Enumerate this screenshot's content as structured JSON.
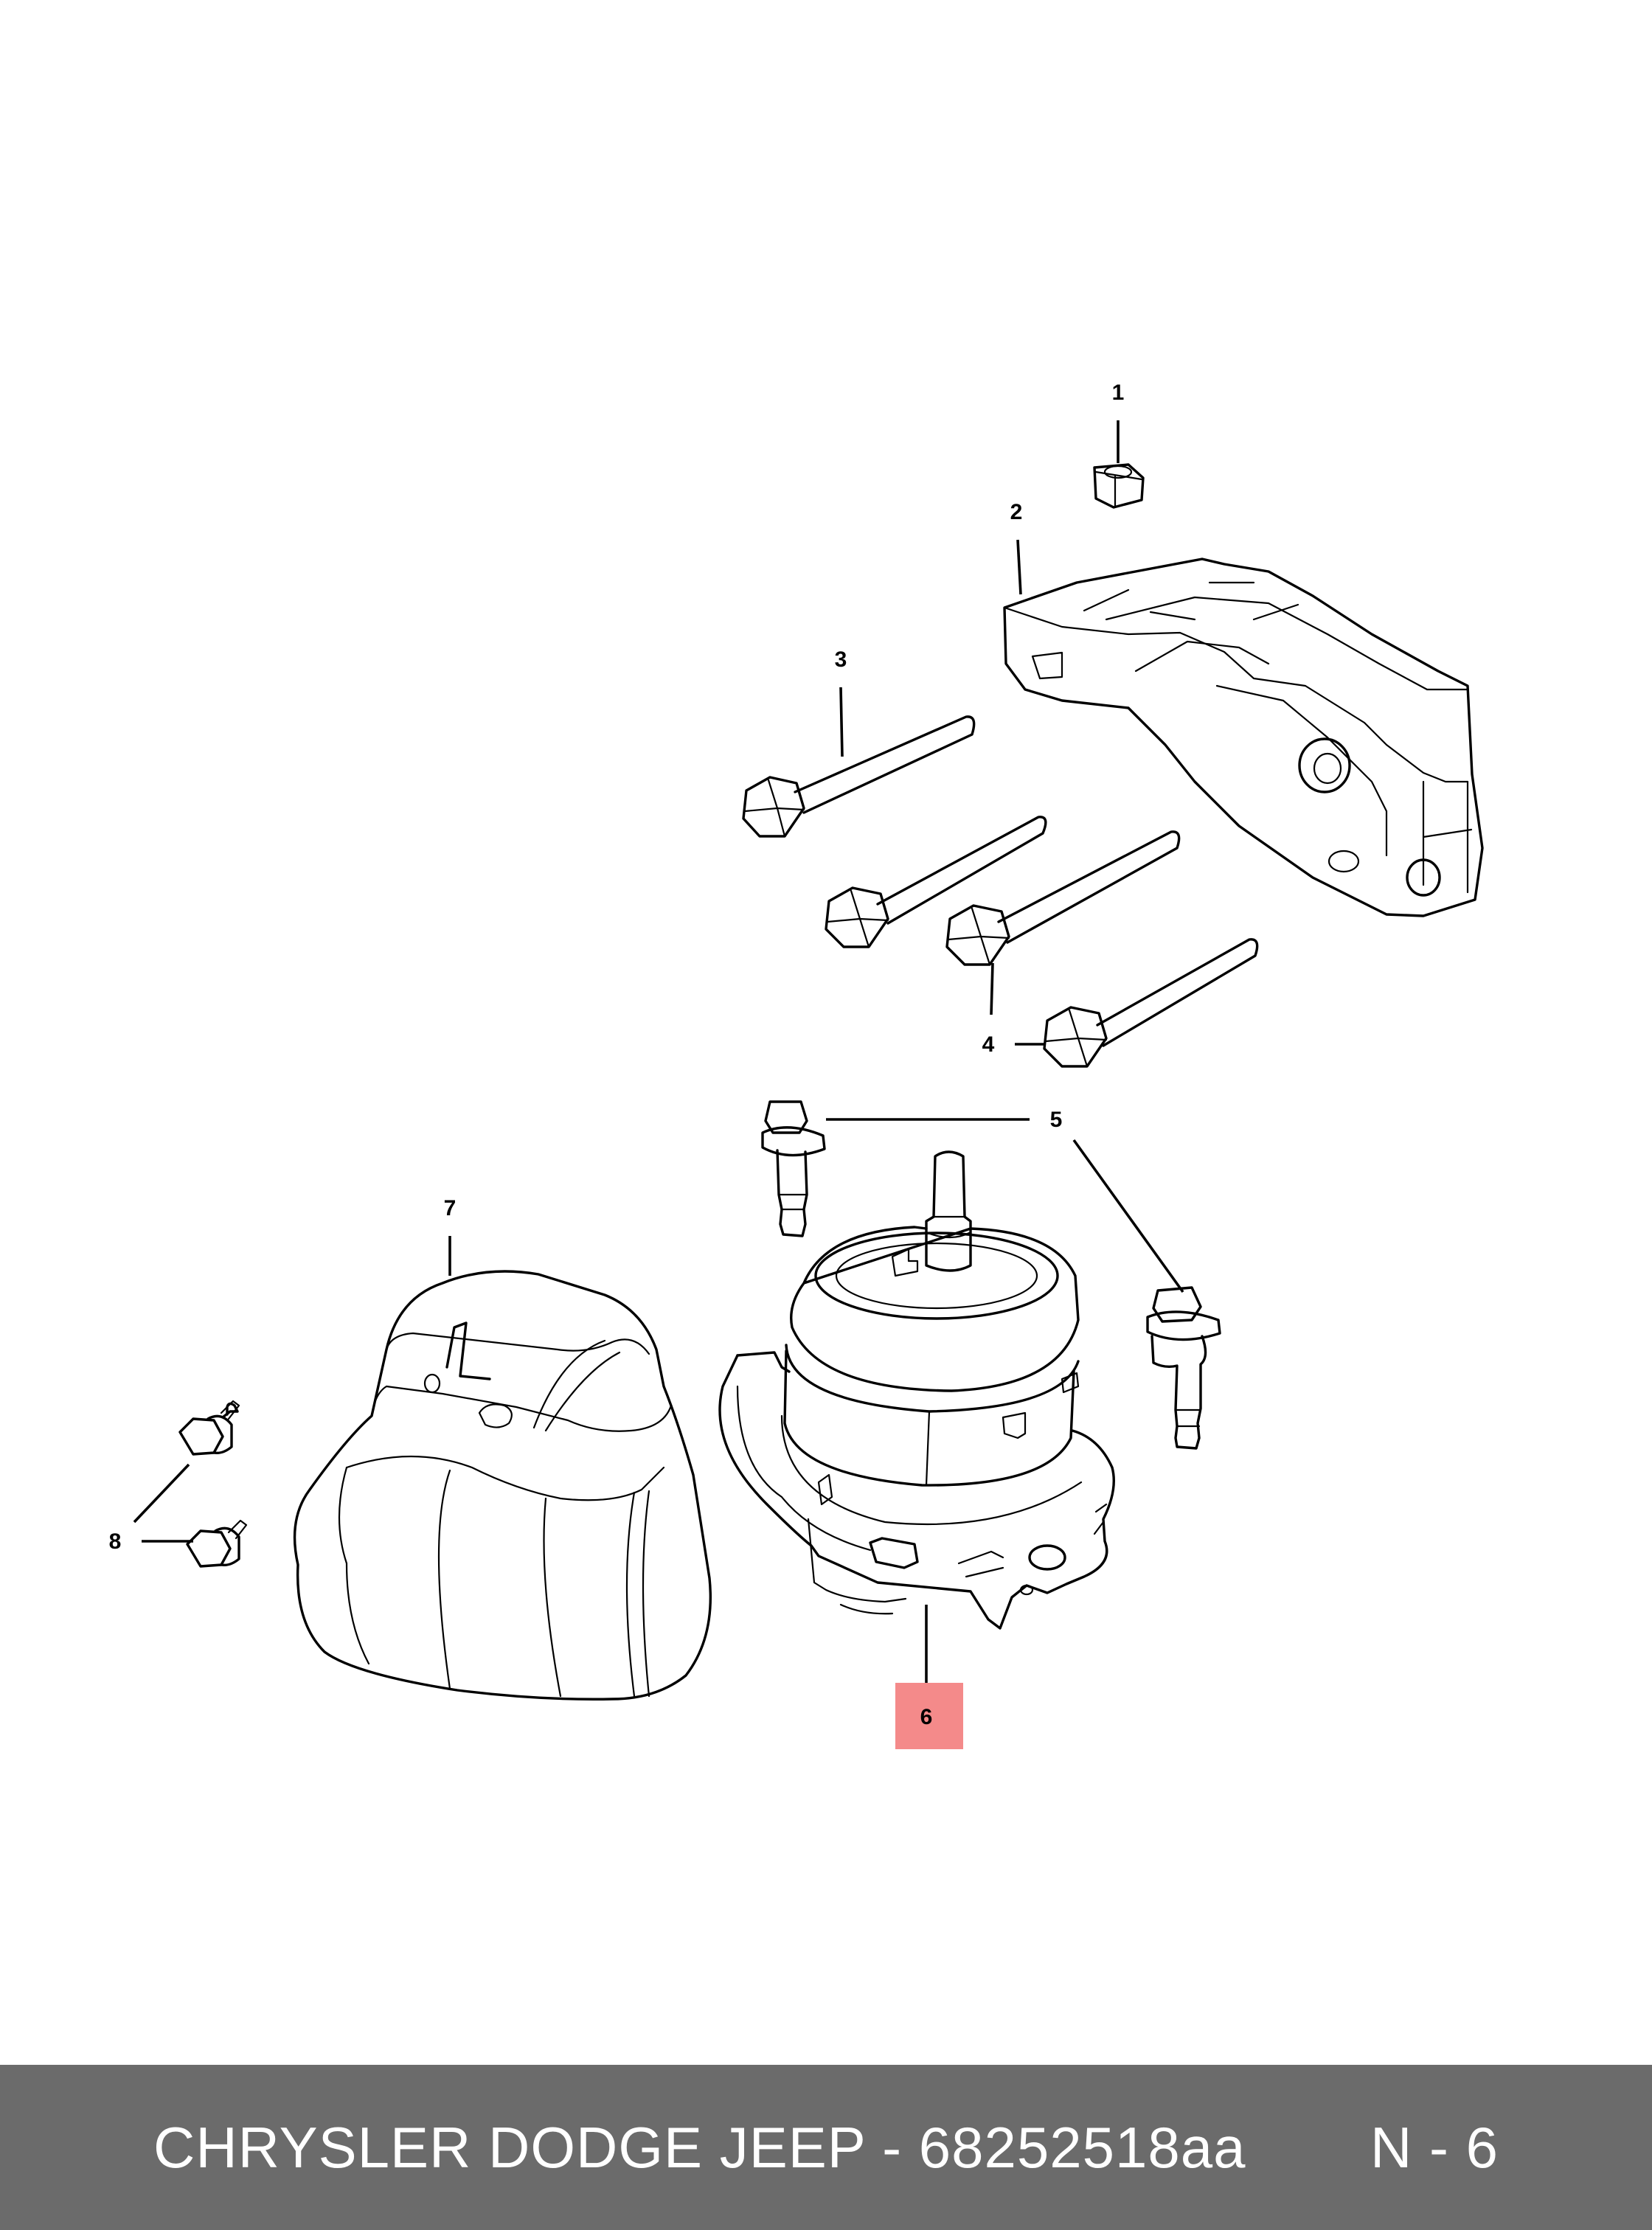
{
  "diagram": {
    "callouts": [
      {
        "id": "1",
        "label": "1"
      },
      {
        "id": "2",
        "label": "2"
      },
      {
        "id": "3",
        "label": "3"
      },
      {
        "id": "4",
        "label": "4"
      },
      {
        "id": "5",
        "label": "5"
      },
      {
        "id": "6",
        "label": "6",
        "highlighted": true
      },
      {
        "id": "7",
        "label": "7"
      },
      {
        "id": "8",
        "label": "8"
      }
    ],
    "highlight_color": "#f48a8a"
  },
  "footer": {
    "title": "CHRYSLER DODGE JEEP - 68252518aa",
    "page": "N - 6",
    "background": "#6b6b6b"
  }
}
